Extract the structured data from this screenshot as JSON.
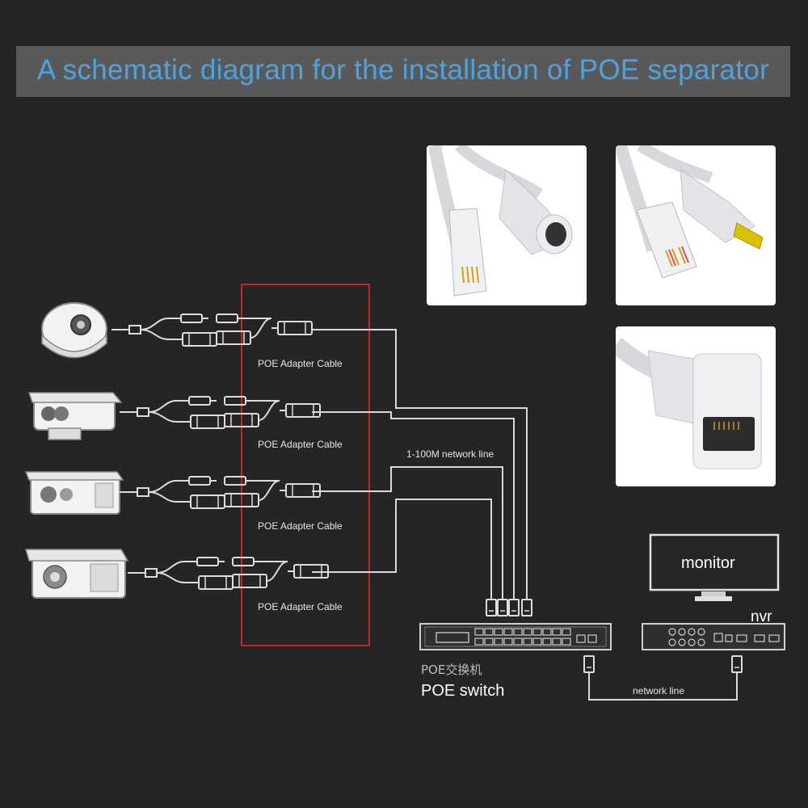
{
  "title": "A schematic diagram for the installation of POE separator",
  "labels": {
    "adapter_cable": "POE Adapter Cable",
    "network_line_1": "1-100M network line",
    "network_line_2": "network line",
    "monitor": "monitor",
    "nvr": "nvr",
    "switch_cn": "POE交换机",
    "switch_en": "POE switch"
  },
  "colors": {
    "background": "#252525",
    "title_bar": "#595959",
    "title_text": "#4da3e0",
    "highlight_box": "#cc2222",
    "lines": "#d9d9d9"
  },
  "icons": {
    "cameras": [
      "dome-camera-icon",
      "bullet-camera-icon",
      "box-camera-icon",
      "outdoor-camera-icon"
    ],
    "photos": [
      "rj45-dc-female-photo",
      "rj45-dc-male-photo",
      "rj45-female-photo"
    ]
  }
}
